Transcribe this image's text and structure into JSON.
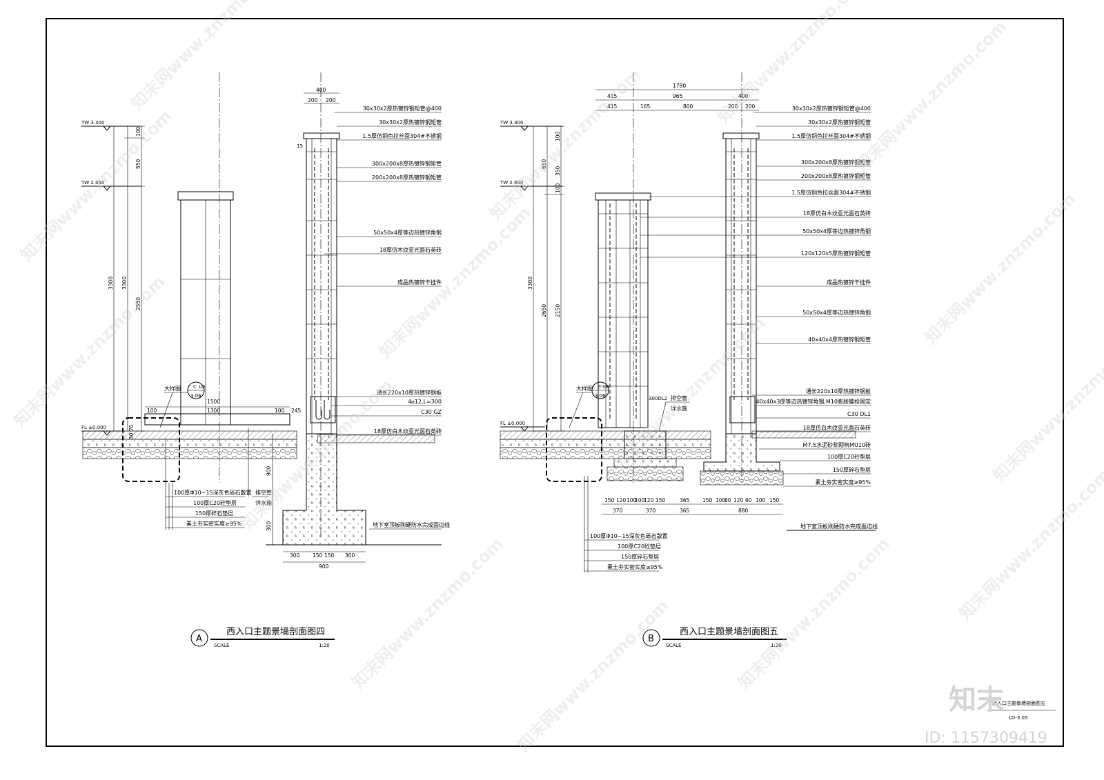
{
  "sections": [
    {
      "id": "A",
      "title": "西入口主题景墙剖面图四",
      "scale_label": "SCALE",
      "scale_value": "1:20",
      "elevations": [
        "TW 3.300",
        "TW 2.650",
        "FL ±0.000"
      ],
      "detail_callout": {
        "label": "大样图",
        "top": "C",
        "right": "LD",
        "bottom": "3.06"
      },
      "vertical_dims_outer": [
        "3300"
      ],
      "vertical_dims_inner": [
        "100",
        "550",
        "3300",
        "2550"
      ],
      "plinth_dims": [
        "1500",
        "1300",
        "100",
        "100",
        "245"
      ],
      "foundation_dims_v": [
        "900",
        "300",
        "70",
        "30"
      ],
      "foundation_dims_h": [
        "300",
        "150",
        "150",
        "300",
        "900"
      ],
      "top_dims": [
        "400",
        "200",
        "200"
      ],
      "side_mark": "15",
      "labels_right": [
        "30x30x2厚热镀锌钢矩管@400",
        "30x30x2厚热镀锌钢矩管",
        "1.5厚仿铜色拉丝面304#不锈钢",
        "300x200x8厚热镀锌钢矩管",
        "200x200x8厚热镀锌钢矩管",
        "50x50x4厚等边热镀锌角钢",
        "18厚仿木纹亚光面石英砖",
        "成品热镀锌干挂件",
        "通长220x10厚热镀锌钢板",
        "4⌀12,L=300",
        "C30 GZ",
        "18厚仿白木纹亚光面石英砖"
      ],
      "labels_bottom": [
        "100厚Φ10~15深灰色砾石散置",
        "100厚C20砼垫层",
        "150厚碎石垫层",
        "素土夯实密实度≥95%"
      ],
      "drain_label": [
        "排空管",
        "详水施"
      ],
      "basement_label": "地下室顶板刚硬防水完成面边线"
    },
    {
      "id": "B",
      "title": "西入口主题景墙剖面图五",
      "scale_label": "SCALE",
      "scale_value": "1:20",
      "elevations": [
        "TW 3.300",
        "TW 2.650",
        "FL ±0.000"
      ],
      "detail_callout": {
        "label": "大样图",
        "top": "C",
        "right": "LD",
        "bottom": "3.06"
      },
      "vertical_dims_outer": [
        "3300"
      ],
      "vertical_dims_inner": [
        "100",
        "650",
        "350",
        "100",
        "2650",
        "2150"
      ],
      "top_dims_row1": [
        "1780"
      ],
      "top_dims_row2": [
        "415",
        "965",
        "400"
      ],
      "top_dims_row3": [
        "415",
        "165",
        "800",
        "200",
        "200"
      ],
      "bottom_dims_row1": [
        "150",
        "120",
        "100",
        "100",
        "120",
        "150",
        "365",
        "150",
        "100",
        "60",
        "120",
        "60",
        "100",
        "150"
      ],
      "bottom_dims_row2": [
        "370",
        "370",
        "365",
        "880"
      ],
      "side_mark": "300DL2",
      "labels_right": [
        "30x30x2厚热镀锌钢矩管@400",
        "30x30x2厚热镀锌钢矩管",
        "1.5厚仿铜色拉丝面304#不锈钢",
        "300x200x8厚热镀锌钢矩管",
        "200x200x8厚热镀锌钢矩管",
        "1.5厚仿铜色拉丝面304#不锈钢",
        "18厚仿白木纹亚光面石英砖",
        "50x50x4厚等边热镀锌角钢",
        "120x120x5厚热镀锌钢矩管",
        "成品热镀锌干挂件",
        "50x50x4厚等边热镀锌角钢",
        "40x40x4厚热镀锌钢矩管",
        "通长220x10厚热镀锌钢板",
        "40x40x3厚等边热镀锌角钢,M10膨胀螺栓固定",
        "C30 DL1",
        "18厚仿白木纹亚光面石英砖",
        "M7.5水泥砂浆砌筑MU10砖",
        "100厚C20砼垫层",
        "150厚碎石垫层",
        "素土夯实密实度≥95%"
      ],
      "labels_bottom": [
        "100厚Φ10~15深灰色砾石散置",
        "100厚C20砼垫层",
        "150厚碎石垫层",
        "素土夯实密实度≥95%"
      ],
      "drain_label": [
        "排空管",
        "详水施"
      ],
      "basement_label": "地下室顶板刚硬防水完成面边线"
    }
  ],
  "title_block": {
    "drawing_name": "西入口主题景墙剖面图五",
    "drawing_no": "LD-3.05"
  },
  "watermark": {
    "text": "知末网www.znzmo.com",
    "logo": "知末",
    "id": "ID: 1157309419"
  }
}
